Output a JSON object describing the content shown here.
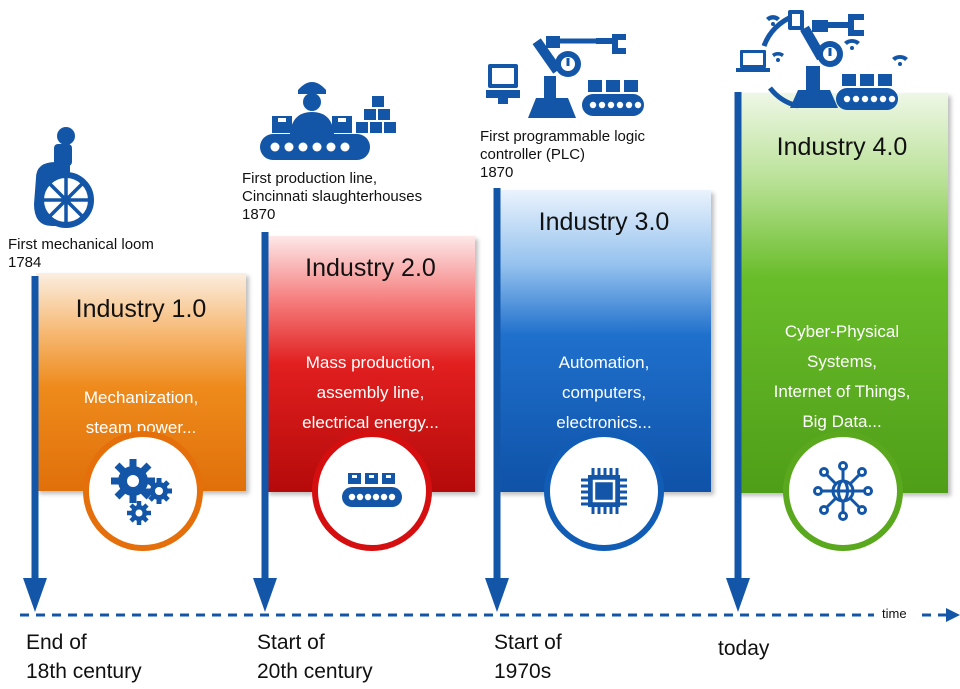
{
  "stages": [
    {
      "title": "Industry 1.0",
      "desc": [
        "Mechanization,",
        "steam power..."
      ],
      "note": [
        "First mechanical loom",
        "1784"
      ],
      "era": [
        "End of",
        "18th century"
      ],
      "color": "#e46f0b"
    },
    {
      "title": "Industry 2.0",
      "desc": [
        "Mass production,",
        "assembly line,",
        "electrical energy..."
      ],
      "note": [
        "First production line,",
        "Cincinnati slaughterhouses",
        "1870"
      ],
      "era": [
        "Start of",
        "20th century"
      ],
      "color": "#d50f0f"
    },
    {
      "title": "Industry 3.0",
      "desc": [
        "Automation,",
        "computers,",
        "electronics..."
      ],
      "note": [
        "First programmable logic",
        "controller (PLC)",
        "1870"
      ],
      "era": [
        "Start of",
        "1970s"
      ],
      "color": "#115cb5"
    },
    {
      "title": "Industry 4.0",
      "desc": [
        "Cyber-Physical",
        "Systems,",
        "Internet of Things,",
        "Big Data..."
      ],
      "era": [
        "today"
      ],
      "color": "#5aa81d"
    }
  ],
  "timeline": {
    "label": "time",
    "color": "#1356a8"
  },
  "icons": [
    "loom-icon",
    "worker-conveyor-icon",
    "computer-robot-arm-icon",
    "connected-robot-icon",
    "gears-icon",
    "conveyor-icon",
    "chip-icon",
    "network-globe-icon"
  ]
}
